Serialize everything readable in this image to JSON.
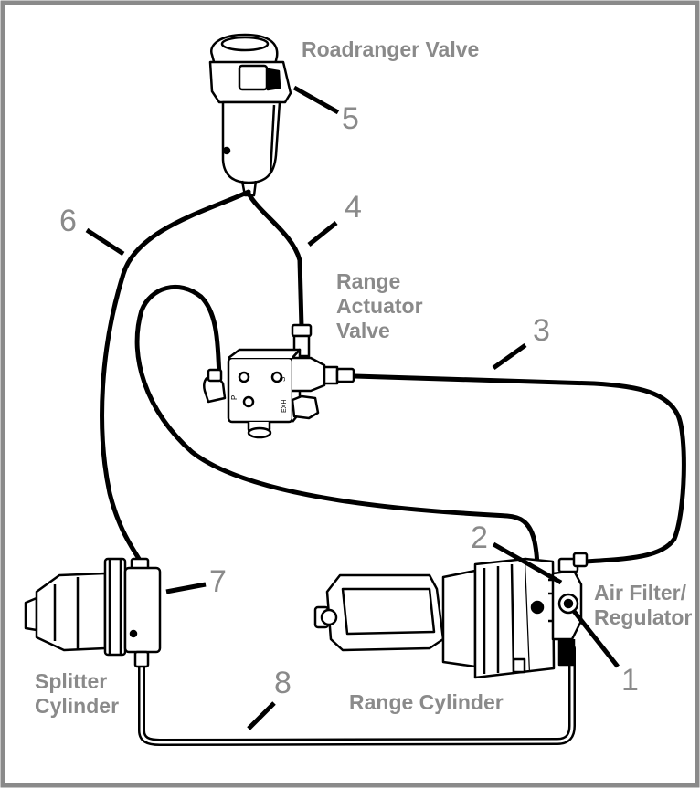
{
  "labels": {
    "roadranger_valve": "Roadranger Valve",
    "range_actuator_valve": [
      "Range",
      "Actuator",
      "Valve"
    ],
    "air_filter_regulator": [
      "Air Filter/",
      "Regulator"
    ],
    "splitter_cylinder": [
      "Splitter",
      "Cylinder"
    ],
    "range_cylinder": "Range Cylinder"
  },
  "callouts": [
    "1",
    "2",
    "3",
    "4",
    "5",
    "6",
    "7",
    "8"
  ],
  "valve_port_marks": [
    "P",
    "S",
    "EXH"
  ],
  "colors": {
    "line": "#000000",
    "label": "#8a8a8a",
    "border": "#8a8a8a",
    "background": "#ffffff"
  }
}
